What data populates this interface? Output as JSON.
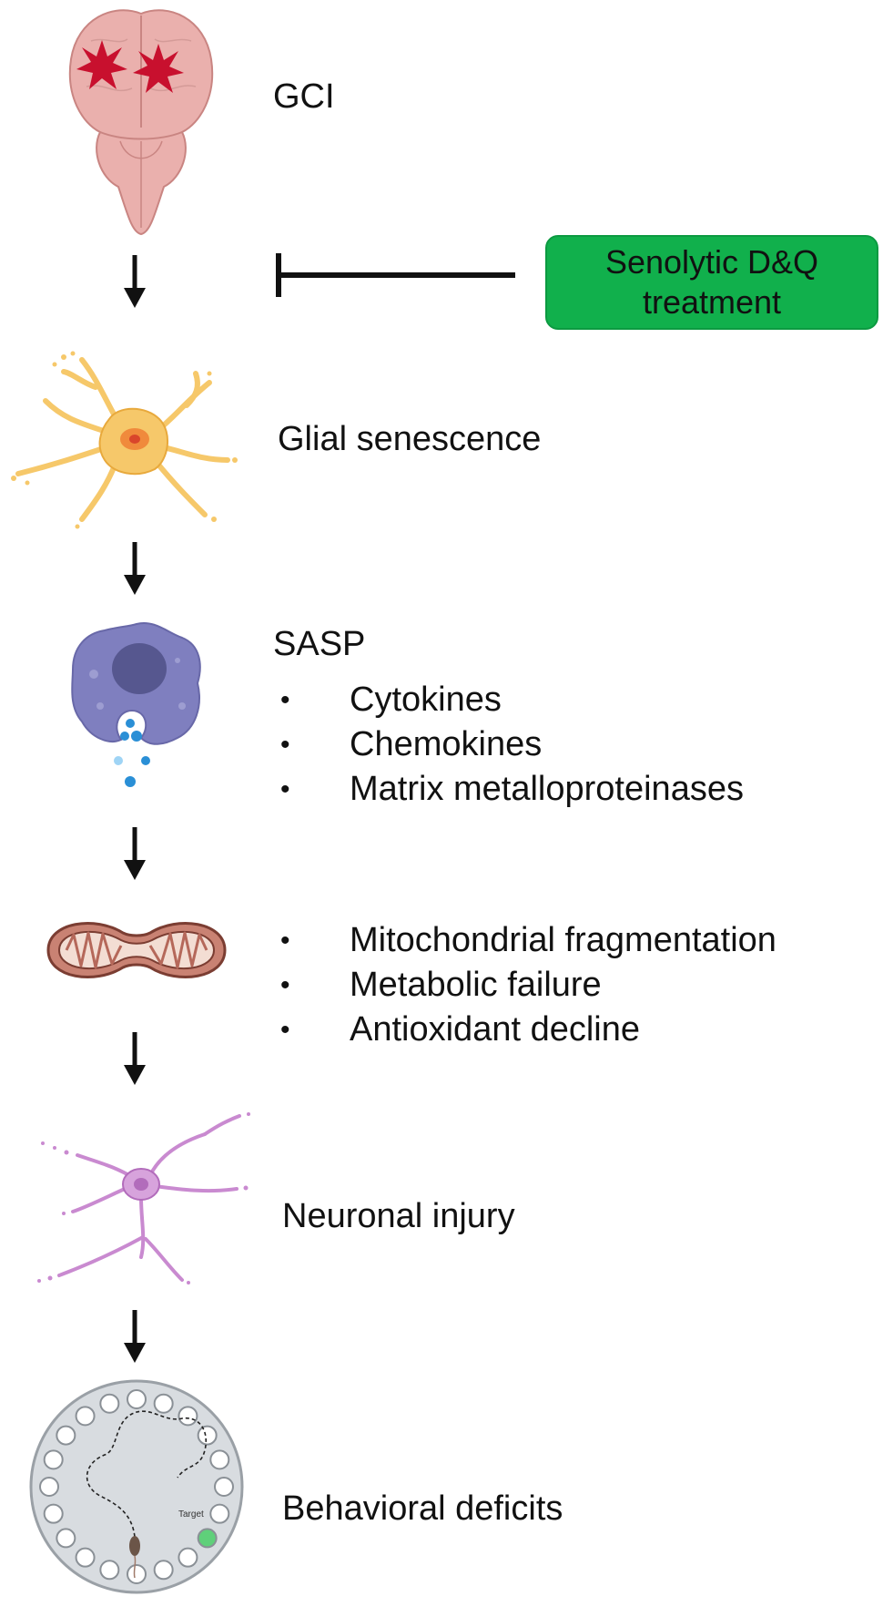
{
  "steps": {
    "gci": "GCI",
    "glial": "Glial senescence",
    "sasp": "SASP",
    "neuronal": "Neuronal injury",
    "behavioral": "Behavioral deficits"
  },
  "sasp_items": [
    "Cytokines",
    "Chemokines",
    "Matrix metalloproteinases"
  ],
  "mito_items": [
    "Mitochondrial fragmentation",
    "Metabolic failure",
    "Antioxidant decline"
  ],
  "treatment": {
    "line1": "Senolytic D&Q",
    "line2": "treatment"
  },
  "maze": {
    "target_label": "Target"
  },
  "colors": {
    "treatment_green": "#11b04c",
    "brain": "#eab0ad",
    "lesion": "#c8102e",
    "glia": "#f6c86a",
    "sasp_cell": "#7f7fbf",
    "mitochondrion": "#b96f62",
    "neuron": "#c98ad0",
    "target": "#5fd07a"
  }
}
